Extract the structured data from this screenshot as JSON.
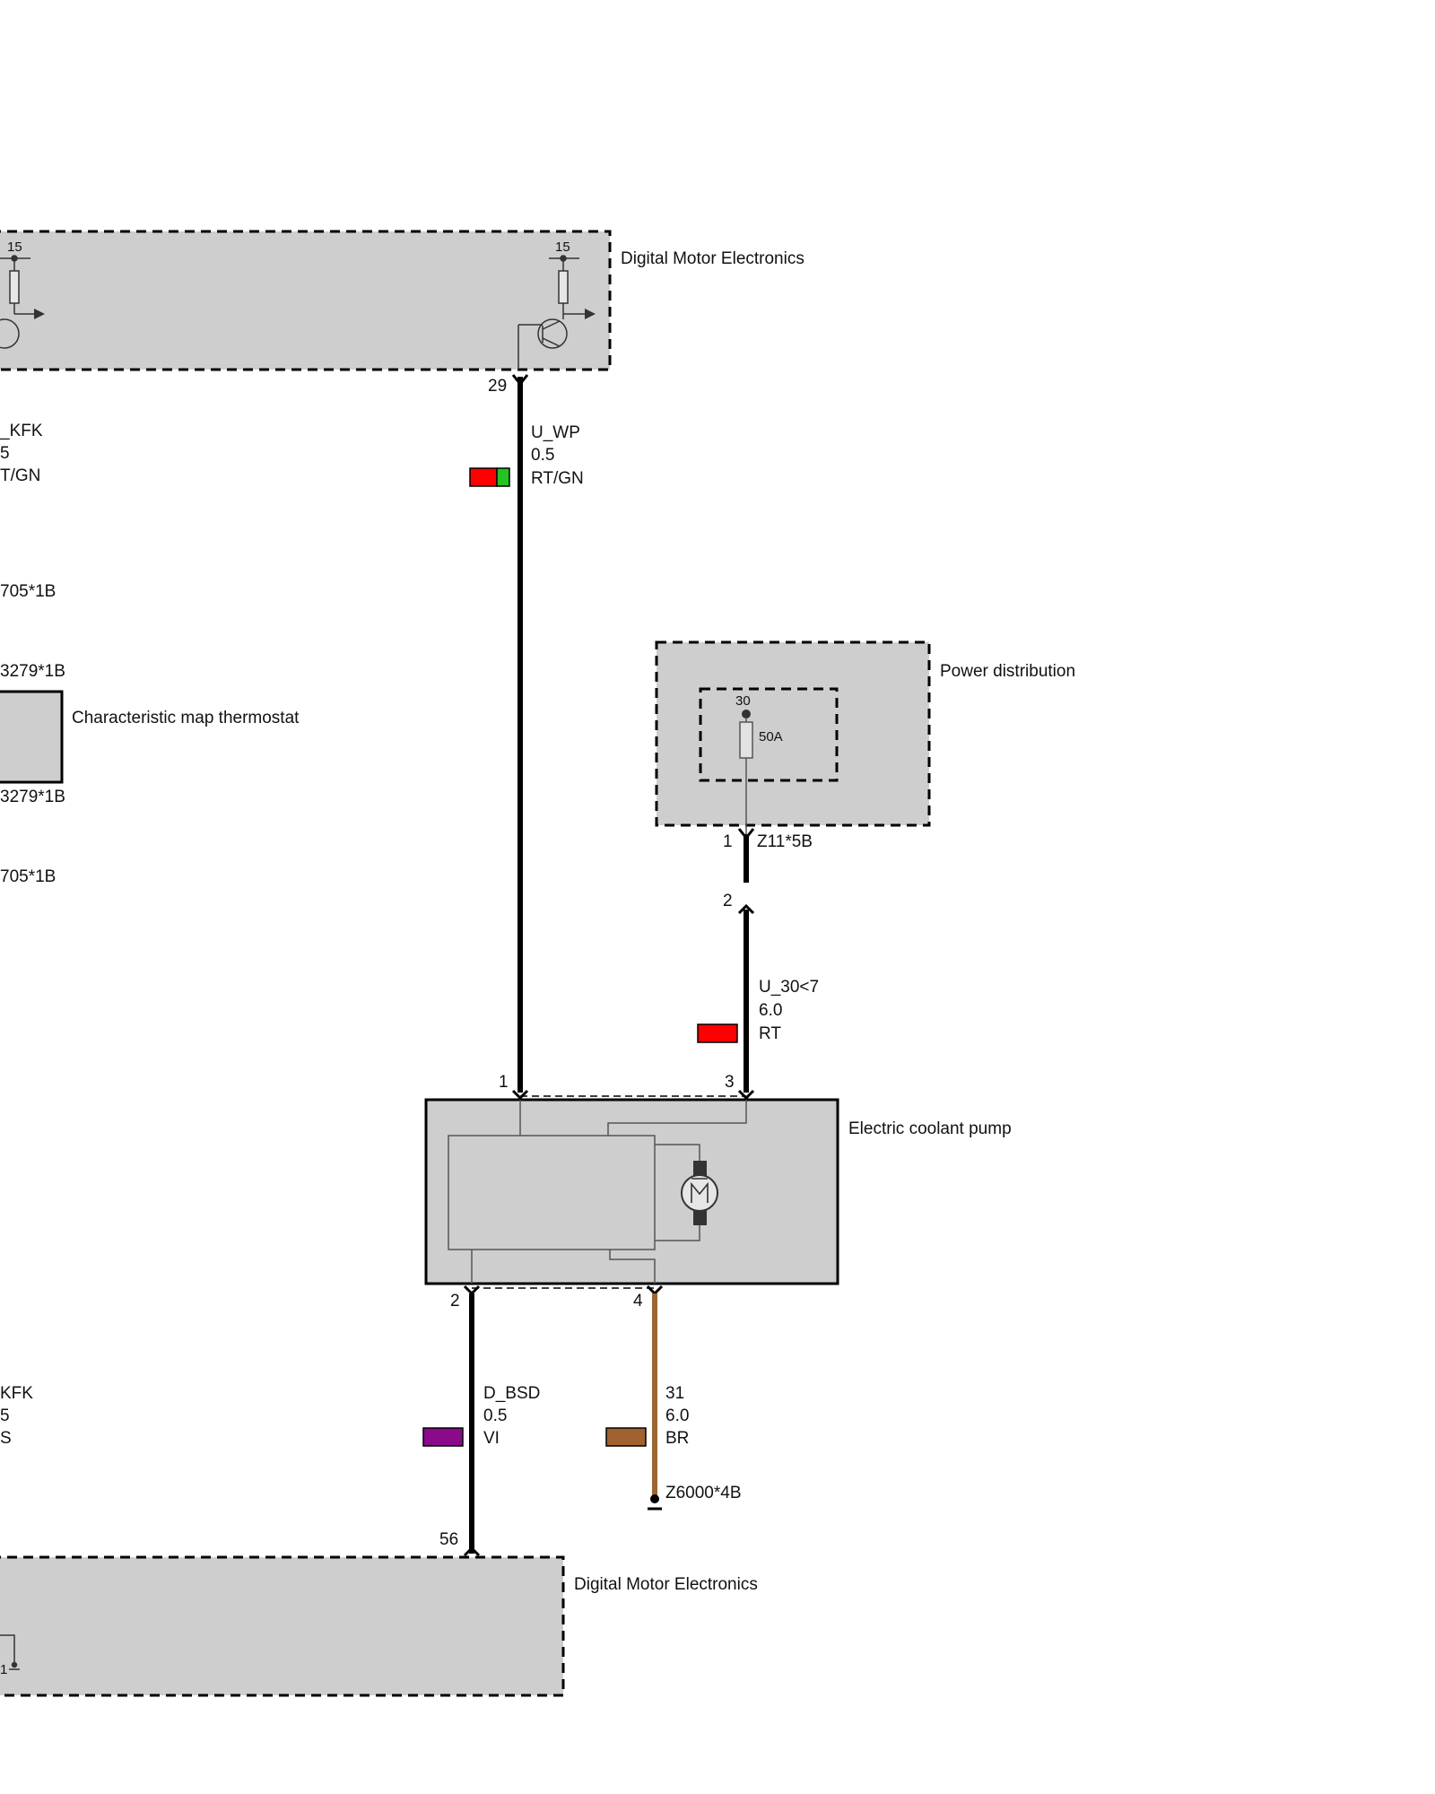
{
  "colors": {
    "module_fill": "#cecece",
    "wire_black": "#000000",
    "wire_brown": "#9c6632",
    "rt": "#ff0000",
    "gn": "#22c322",
    "vi": "#8a0a8a",
    "br": "#a0622e"
  },
  "components": {
    "dme_top": "Digital Motor Electronics",
    "dme_bottom": "Digital Motor Electronics",
    "power_distribution": "Power distribution",
    "coolant_pump": "Electric coolant pump",
    "thermostat": "Characteristic map thermostat"
  },
  "dme_top_terms": {
    "left": "15",
    "right": "15"
  },
  "power_dist": {
    "terminal": "30",
    "fuse": "50A"
  },
  "pins": {
    "dme_29": "29",
    "pd_1": "1",
    "pd_conn": "Z11*5B",
    "pd_2": "2",
    "pump_1": "1",
    "pump_3": "3",
    "pump_2": "2",
    "pump_4": "4",
    "dme_56": "56"
  },
  "ground": {
    "label": "Z6000*4B"
  },
  "wires": {
    "u_wp": {
      "signal": "U_WP",
      "size": "0.5",
      "color": "RT/GN"
    },
    "u_30": {
      "signal": "U_30<7",
      "size": "6.0",
      "color": "RT"
    },
    "d_bsd": {
      "signal": "D_BSD",
      "size": "0.5",
      "color": "VI"
    },
    "gnd31": {
      "signal": "31",
      "size": "6.0",
      "color": "BR"
    }
  },
  "left_partial": {
    "top_signal": "_KFK",
    "top_size": "5",
    "top_color": "T/GN",
    "conn_a": "705*1B",
    "conn_b": "3279*1B",
    "conn_c": "3279*1B",
    "conn_d": "705*1B",
    "bot_signal": "KFK",
    "bot_size": "5",
    "bot_color": "S",
    "bot_term": "1"
  }
}
